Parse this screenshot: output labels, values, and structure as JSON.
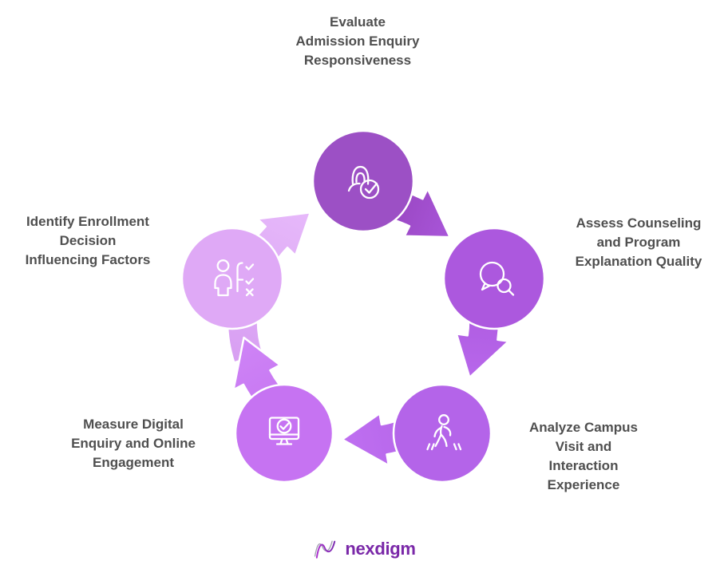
{
  "diagram": {
    "type": "cycle",
    "direction": "clockwise",
    "text_color": "#4F4F4F",
    "steps": [
      {
        "id": "evaluate-admission-enquiry",
        "label": "Evaluate\nAdmission Enquiry\nResponsiveness",
        "position": "top",
        "icon": "person-check-icon",
        "node_color": "#9C50C5",
        "arrow_color_start": "#8C3AAE",
        "arrow_color_end": "#A855D8"
      },
      {
        "id": "assess-counseling-quality",
        "label": "Assess Counseling\nand Program\nExplanation Quality",
        "position": "right",
        "icon": "chat-search-icon",
        "node_color": "#AC58DE",
        "arrow_color_start": "#A854DA",
        "arrow_color_end": "#B766EA"
      },
      {
        "id": "analyze-campus-visit",
        "label": "Analyze Campus\nVisit and\nInteraction\nExperience",
        "position": "bottom-right",
        "icon": "walking-person-icon",
        "node_color": "#B464E9",
        "arrow_color_start": "#B162E6",
        "arrow_color_end": "#BE6EF0"
      },
      {
        "id": "measure-digital-engagement",
        "label": "Measure Digital\nEnquiry and Online\nEngagement",
        "position": "bottom-left",
        "icon": "monitor-check-icon",
        "node_color": "#C673F2",
        "arrow_color_start": "#C372EF",
        "arrow_color_end": "#CE83F6"
      },
      {
        "id": "identify-enrollment-factors",
        "label": "Identify Enrollment\nDecision\nInfluencing Factors",
        "position": "left",
        "icon": "person-criteria-icon",
        "node_color": "#DFA9F6",
        "arrow_color_start": "#D89FF2",
        "arrow_color_end": "#E6B8FA"
      }
    ]
  },
  "footer": {
    "brand": "nexdigm",
    "brand_color": "#7A28A8"
  }
}
